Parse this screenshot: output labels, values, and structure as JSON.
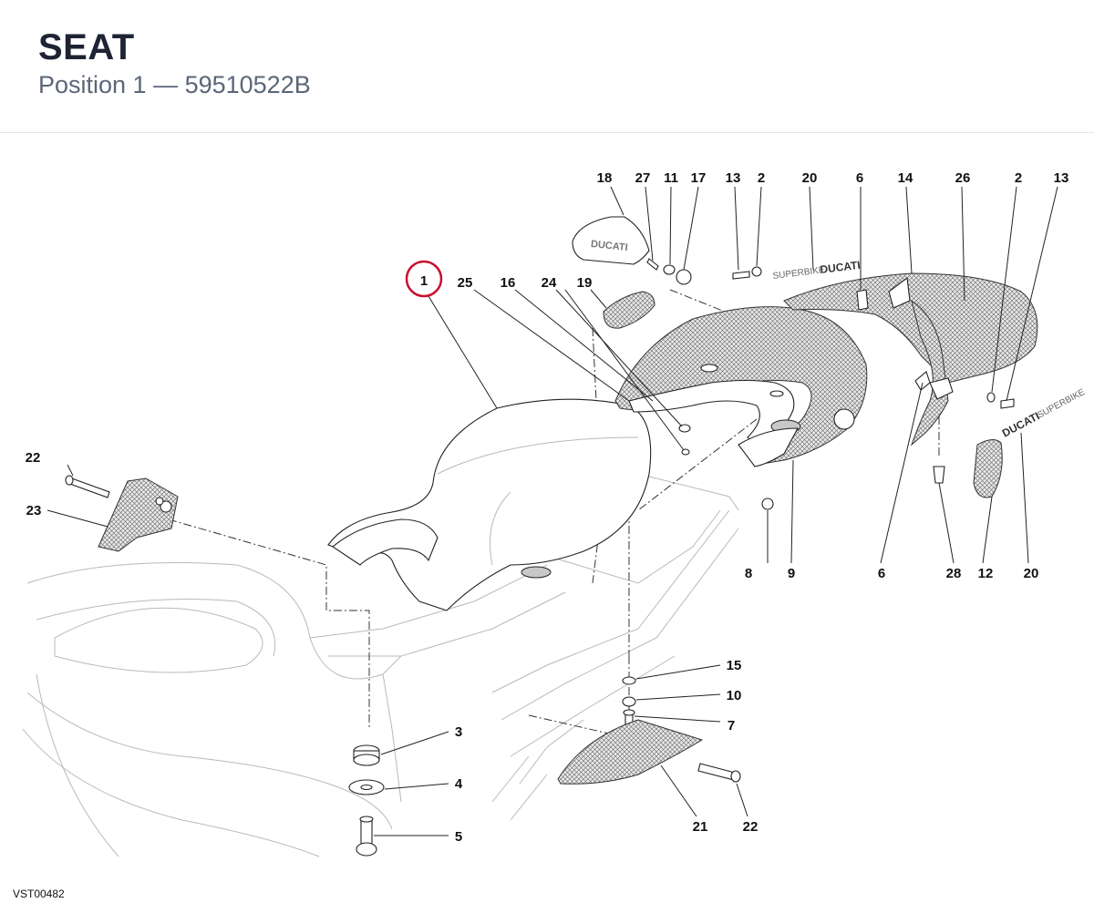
{
  "header": {
    "title": "SEAT",
    "subtitle": "Position 1 — 59510522B"
  },
  "diagram": {
    "code": "VST00482",
    "highlighted_callout": "1",
    "callouts": {
      "c18": "18",
      "c27": "27",
      "c11a": "11",
      "c17": "17",
      "c13a": "13",
      "c2a": "2",
      "c20a": "20",
      "c6a": "6",
      "c14": "14",
      "c26": "26",
      "c2b": "2",
      "c13b": "13",
      "c25": "25",
      "c16": "16",
      "c24": "24",
      "c19": "19",
      "c22a": "22",
      "c23": "23",
      "c8": "8",
      "c9": "9",
      "c6b": "6",
      "c28": "28",
      "c12": "12",
      "c20b": "20",
      "c15": "15",
      "c10": "10",
      "c7": "7",
      "c3": "3",
      "c4": "4",
      "c5": "5",
      "c21": "21",
      "c22b": "22"
    },
    "decals": {
      "brand": "DUCATI",
      "model": "SUPERBIKE"
    },
    "colors": {
      "highlight_ring": "#c8102e",
      "line": "#222222",
      "ghost": "#b9b9b9"
    }
  }
}
